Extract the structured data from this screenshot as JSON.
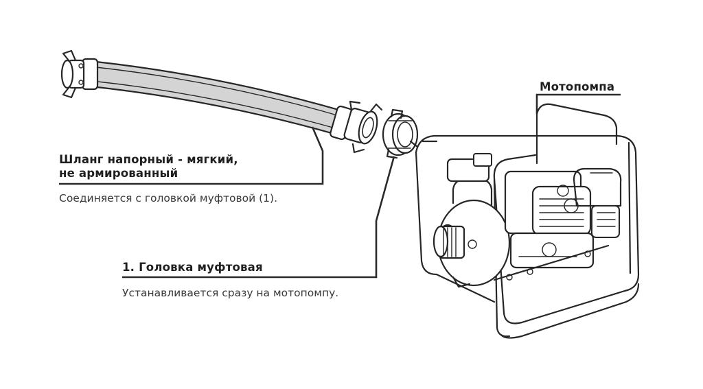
{
  "labels": {
    "hose": {
      "title_line1": "Шланг напорный - мягкий,",
      "title_line2": "не армированный",
      "description": "Соединяется с головкой муфтовой (1)."
    },
    "coupling": {
      "title": "1. Головка муфтовая",
      "description": "Устанавливается сразу на мотопомпу."
    },
    "pump": {
      "title": "Мотопомпа"
    }
  },
  "colors": {
    "line": "#262626",
    "hose_fill": "#d4d4d4",
    "text": "#1f1f1f"
  },
  "icons": [
    "hose-illustration",
    "coupling-head-illustration",
    "motor-pump-illustration"
  ]
}
